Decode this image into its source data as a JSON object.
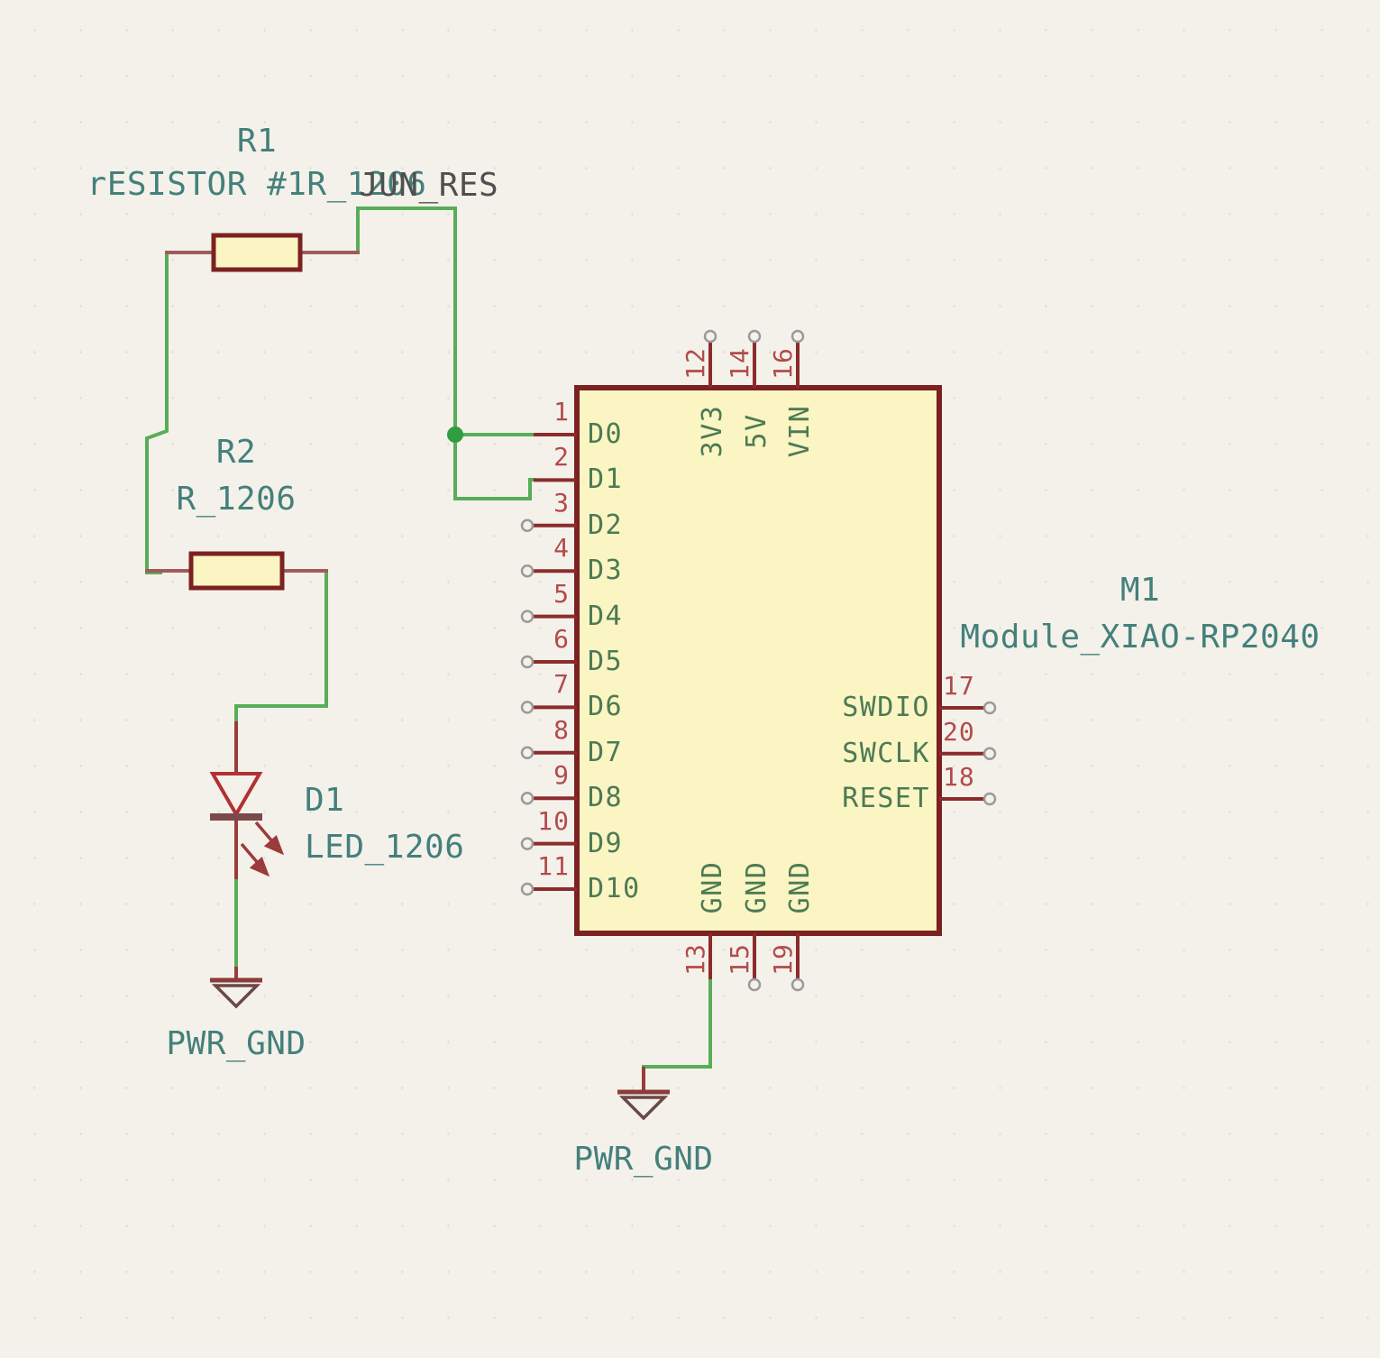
{
  "components": {
    "R1": {
      "reference": "R1",
      "value": "rESISTOR #1R_1206"
    },
    "R2": {
      "reference": "R2",
      "value": "R_1206"
    },
    "D1": {
      "reference": "D1",
      "value": "LED_1206"
    },
    "M1": {
      "reference": "M1",
      "value": "Module_XIAO-RP2040"
    }
  },
  "net_labels": {
    "wire_label": "JUN_RES"
  },
  "power": {
    "gnd_left": "PWR_GND",
    "gnd_bottom": "PWR_GND"
  },
  "module_pins": {
    "left": [
      {
        "num": "1",
        "name": "D0"
      },
      {
        "num": "2",
        "name": "D1"
      },
      {
        "num": "3",
        "name": "D2"
      },
      {
        "num": "4",
        "name": "D3"
      },
      {
        "num": "5",
        "name": "D4"
      },
      {
        "num": "6",
        "name": "D5"
      },
      {
        "num": "7",
        "name": "D6"
      },
      {
        "num": "8",
        "name": "D7"
      },
      {
        "num": "9",
        "name": "D8"
      },
      {
        "num": "10",
        "name": "D9"
      },
      {
        "num": "11",
        "name": "D10"
      }
    ],
    "top": [
      {
        "num": "12",
        "name": "3V3"
      },
      {
        "num": "14",
        "name": "5V"
      },
      {
        "num": "16",
        "name": "VIN"
      }
    ],
    "right": [
      {
        "num": "17",
        "name": "SWDIO"
      },
      {
        "num": "20",
        "name": "SWCLK"
      },
      {
        "num": "18",
        "name": "RESET"
      }
    ],
    "bottom": [
      {
        "num": "13",
        "name": "GND"
      },
      {
        "num": "15",
        "name": "GND"
      },
      {
        "num": "19",
        "name": "GND"
      }
    ]
  },
  "colors": {
    "background": "#f4f1ea",
    "wire": "#58ad58",
    "junction": "#2f9e3f",
    "component_outline": "#7c2121",
    "component_fill": "#faf5c2",
    "pin_stub": "#8c2b2b",
    "pin_number_text": "#b24b4b",
    "pin_name_text": "#4c7a55",
    "reference_value_text": "#44807b",
    "net_label_text": "#4f4f4f",
    "unconnected_pin_circle": "#9a9a9a"
  }
}
